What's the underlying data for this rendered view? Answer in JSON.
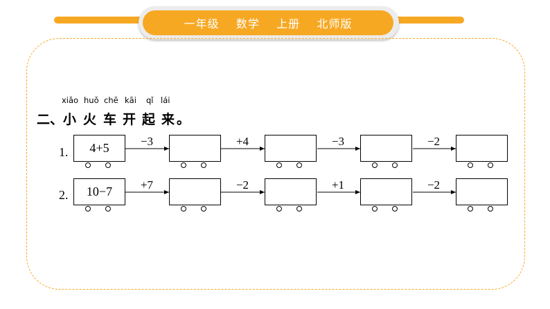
{
  "header": {
    "title": "一年级    数学    上册    北师版"
  },
  "section": {
    "pinyin": [
      "xiǎo",
      "huǒ",
      "chē",
      "kāi",
      "qǐ",
      "lái"
    ],
    "chars": [
      "小",
      "火",
      "车",
      "开",
      "起",
      "来"
    ],
    "number": "二、",
    "end": "。"
  },
  "rows": [
    {
      "label": "1.",
      "start": "4+5",
      "ops": [
        "−3",
        "+4",
        "−3",
        "−2"
      ]
    },
    {
      "label": "2.",
      "start": "10−7",
      "ops": [
        "+7",
        "−2",
        "+1",
        "−2"
      ]
    }
  ]
}
